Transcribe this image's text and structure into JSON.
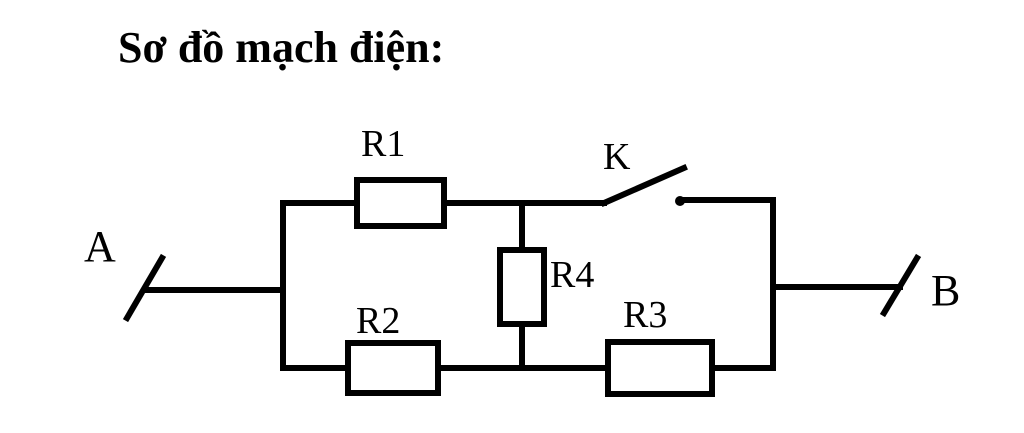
{
  "title": "Sơ đồ mạch điện:",
  "labels": {
    "a": "A",
    "b": "B",
    "r1": "R1",
    "r2": "R2",
    "r3": "R3",
    "r4": "R4",
    "k": "K"
  }
}
